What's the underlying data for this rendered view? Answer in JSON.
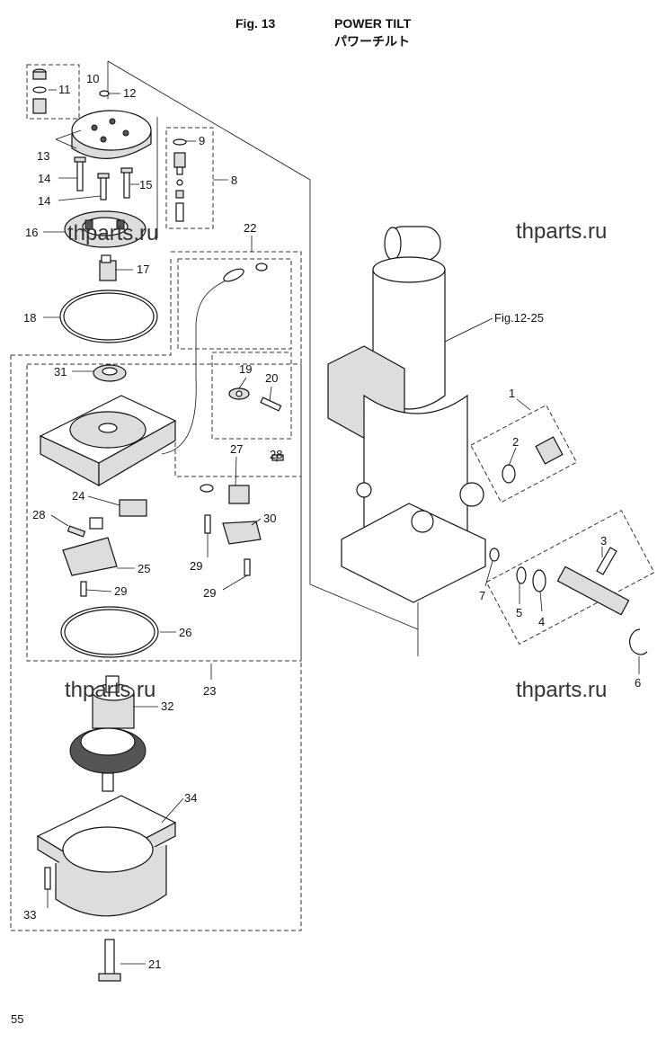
{
  "header": {
    "fig": "Fig. 13",
    "title_en": "POWER TILT",
    "title_jp": "パワーチルト"
  },
  "page_number": "55",
  "watermarks": [
    "thparts.ru",
    "thparts.ru",
    "thparts.ru",
    "thparts.ru"
  ],
  "reference_label": "Fig.12-25",
  "callouts": [
    "1",
    "2",
    "3",
    "4",
    "5",
    "6",
    "7",
    "8",
    "9",
    "10",
    "11",
    "12",
    "13",
    "14",
    "14",
    "15",
    "16",
    "17",
    "18",
    "19",
    "20",
    "21",
    "22",
    "23",
    "24",
    "25",
    "26",
    "27",
    "28",
    "28",
    "29",
    "29",
    "29",
    "30",
    "31",
    "32",
    "33",
    "34"
  ]
}
